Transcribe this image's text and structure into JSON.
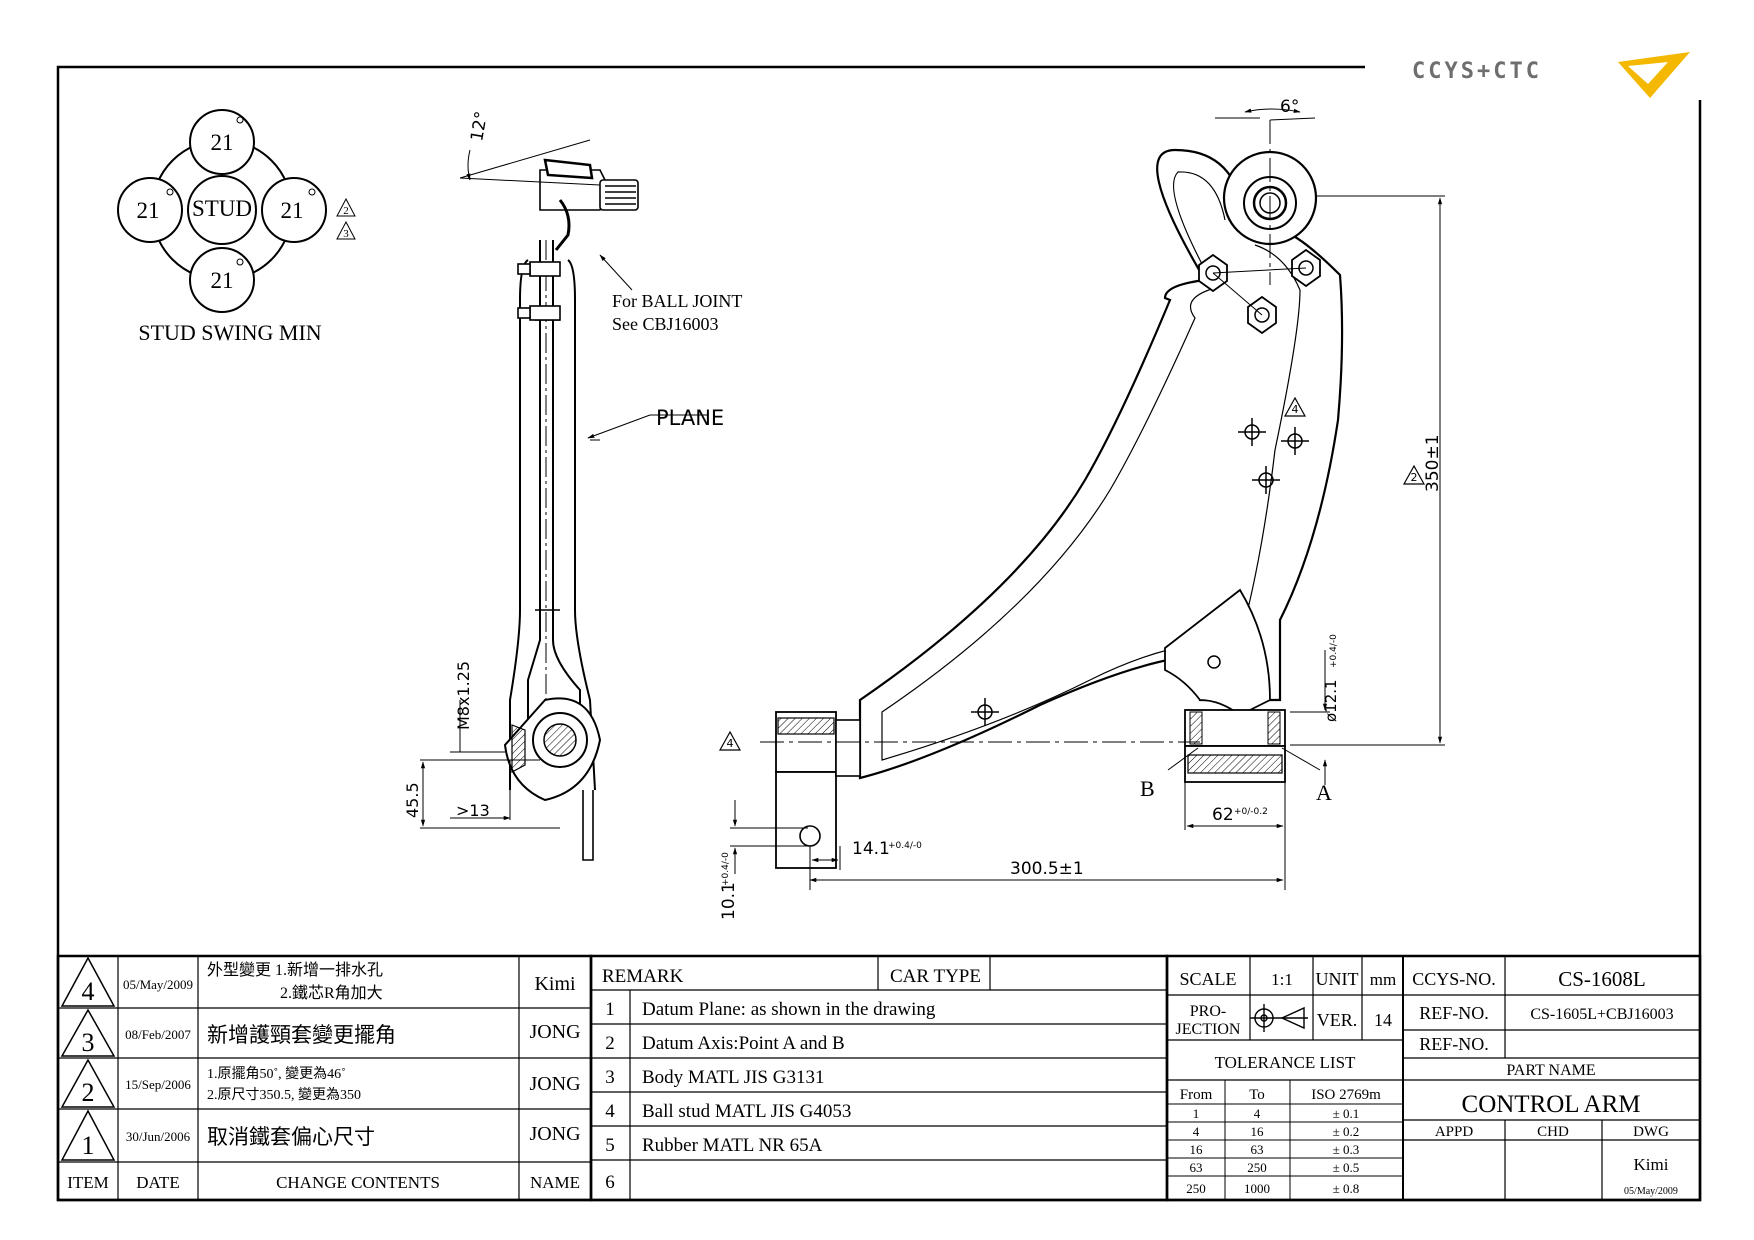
{
  "logo": {
    "text": "CCYS+CTC",
    "accent": "#f5b800"
  },
  "stud_swing": {
    "title": "STUD SWING MIN",
    "center": "STUD",
    "angles": [
      "21",
      "21",
      "21",
      "21"
    ],
    "revisions": [
      "2",
      "3"
    ]
  },
  "side_view": {
    "angle": "12°",
    "note_line1": "For BALL JOINT",
    "note_line2": "See CBJ16003",
    "plane": "PLANE",
    "thread": "M8x1.25",
    "dim_height": "45.5",
    "dim_width": ">13"
  },
  "main_view": {
    "angle": "6°",
    "height": "350±1",
    "height_rev": "2",
    "bush_rev": "4",
    "holes_rev": "4",
    "bush_dia": "ø12.1",
    "bush_dia_tol": "+0.4/-0",
    "point_b": "B",
    "point_a": "A",
    "bush_width": "62",
    "bush_width_tol": "+0/-0.2",
    "slot_width": "14.1",
    "slot_width_tol": "+0.4/-0",
    "slot_height": "10.1",
    "slot_height_tol": "+0.4/-0",
    "length": "300.5±1"
  },
  "revision_table": {
    "headers": {
      "item": "ITEM",
      "date": "DATE",
      "contents": "CHANGE CONTENTS",
      "name": "NAME"
    },
    "rows": [
      {
        "item": "4",
        "date": "05/May/2009",
        "line1": "外型變更 1.新增一排水孔",
        "line2": "2.鐵芯R角加大",
        "name": "Kimi"
      },
      {
        "item": "3",
        "date": "08/Feb/2007",
        "line1": "新增護頸套變更擺角",
        "line2": "",
        "name": "JONG"
      },
      {
        "item": "2",
        "date": "15/Sep/2006",
        "line1": "1.原擺角50˚, 變更為46˚",
        "line2": "2.原尺寸350.5, 變更為350",
        "name": "JONG"
      },
      {
        "item": "1",
        "date": "30/Jun/2006",
        "line1": "取消鐵套偏心尺寸",
        "line2": "",
        "name": "JONG"
      }
    ]
  },
  "remarks": {
    "header": "REMARK",
    "car_type_label": "CAR TYPE",
    "car_type_value": "",
    "items": [
      {
        "no": "1",
        "text": "Datum Plane: as shown in the drawing"
      },
      {
        "no": "2",
        "text": "Datum Axis:Point A and B"
      },
      {
        "no": "3",
        "text": "Body MATL JIS G3131"
      },
      {
        "no": "4",
        "text": "Ball stud MATL JIS G4053"
      },
      {
        "no": "5",
        "text": "Rubber MATL NR 65A"
      },
      {
        "no": "6",
        "text": ""
      }
    ]
  },
  "title_block": {
    "scale_label": "SCALE",
    "scale": "1:1",
    "unit_label": "UNIT",
    "unit": "mm",
    "projection_label1": "PRO-",
    "projection_label2": "JECTION",
    "ver_label": "VER.",
    "ver": "14",
    "tolerance_title": "TOLERANCE LIST",
    "tolerance_headers": [
      "From",
      "To",
      "ISO 2769m"
    ],
    "tolerance_rows": [
      [
        "1",
        "4",
        "± 0.1"
      ],
      [
        "4",
        "16",
        "± 0.2"
      ],
      [
        "16",
        "63",
        "± 0.3"
      ],
      [
        "63",
        "250",
        "± 0.5"
      ],
      [
        "250",
        "1000",
        "± 0.8"
      ]
    ],
    "ccys_no_label": "CCYS-NO.",
    "ccys_no": "CS-1608L",
    "ref_no_label": "REF-NO.",
    "ref_no": "CS-1605L+CBJ16003",
    "ref_no2_label": "REF-NO.",
    "ref_no2": "",
    "part_name_label": "PART NAME",
    "part_name": "CONTROL ARM",
    "appd": "APPD",
    "chd": "CHD",
    "dwg": "DWG",
    "drawn_by": "Kimi",
    "drawn_date": "05/May/2009"
  }
}
